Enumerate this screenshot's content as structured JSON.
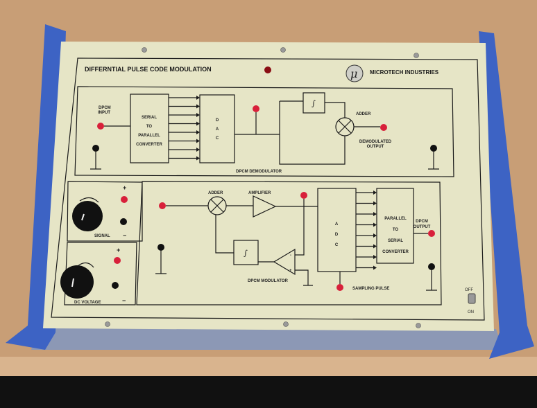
{
  "panel": {
    "title": "DIFFERNTIAL PULSE CODE MODULATION",
    "brand": "MICROTECH INDUSTRIES",
    "logo_glyph": "μ"
  },
  "demodulator": {
    "section_label": "DPCM DEMODULATOR",
    "input_label_1": "DPCM",
    "input_label_2": "INPUT",
    "sp_lines": [
      "SERIAL",
      "TO",
      "PARALLEL",
      "CONVERTER"
    ],
    "dac_letters": [
      "D",
      "A",
      "C"
    ],
    "integrator_glyph": "∫",
    "adder_label": "ADDER",
    "output_label_1": "DEMODULATED",
    "output_label_2": "OUTPUT"
  },
  "signal_block": {
    "label": "SIGNAL",
    "plus": "+",
    "minus": "−"
  },
  "dc_block": {
    "label": "DC VOLTAGE",
    "plus": "+",
    "minus": "−"
  },
  "modulator": {
    "section_label": "DPCM MODULATOR",
    "adder_label": "ADDER",
    "amplifier_label": "AMPLIFIER",
    "adc_letters": [
      "A",
      "D",
      "C"
    ],
    "ps_lines": [
      "PARALLEL",
      "TO",
      "SERIAL",
      "CONVERTER"
    ],
    "output_label_1": "DPCM",
    "output_label_2": "OUTPUT",
    "sampling_label": "SAMPLING PULSE",
    "integrator_glyph": "∫",
    "minus_sign": "-",
    "plus_sign": "+"
  },
  "power_switch": {
    "off_label": "OFF",
    "on_label": "ON"
  },
  "colors": {
    "panel": "#e6e5c6",
    "rail": "#3d63c4",
    "jack_red": "#d8203a",
    "jack_black": "#111111",
    "wood": "#c49a72"
  }
}
